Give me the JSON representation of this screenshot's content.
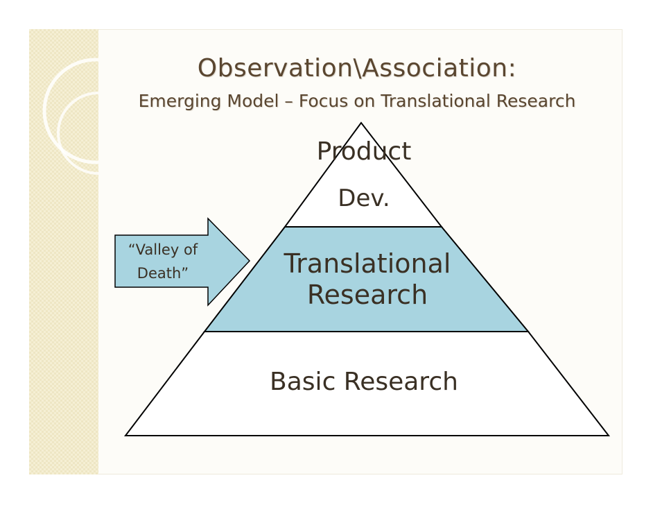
{
  "slide": {
    "title_line1": "Observation\\Association:",
    "title_line2": "Emerging Model – Focus on Translational Research"
  },
  "pyramid": {
    "top_tier": {
      "line1": "Product",
      "line2": "Dev."
    },
    "middle_tier": {
      "line1": "Translational",
      "line2": "Research"
    },
    "bottom_tier": {
      "label": "Basic Research"
    }
  },
  "arrow": {
    "line1": "“Valley of",
    "line2": "Death”"
  },
  "colors": {
    "title": "#5a4630",
    "middle_tier_fill": "#a8d4e0",
    "arrow_fill": "#a8d4e0",
    "outline": "#000000",
    "left_band": "#f5efd4"
  }
}
